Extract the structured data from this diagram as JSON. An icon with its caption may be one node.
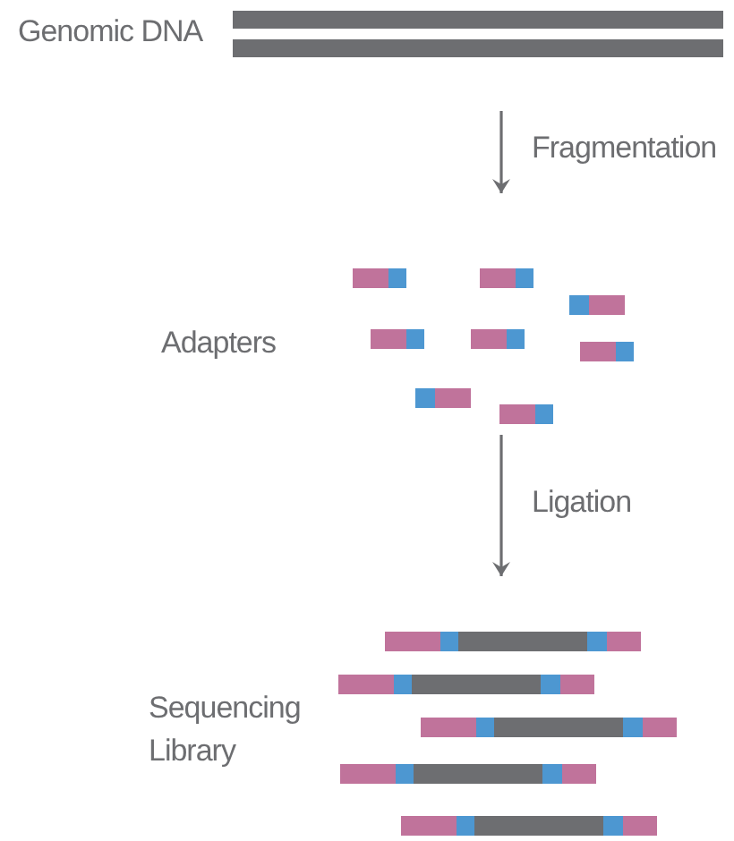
{
  "diagram": {
    "nodes": [
      {
        "text": [
          "Genomic DNA"
        ]
      },
      {
        "text": [
          "Adapters"
        ]
      },
      {
        "text": [
          "Sequencing Library"
        ]
      }
    ],
    "edges": [
      {
        "from": 0,
        "to": 1,
        "arrow": "to",
        "label": "Fragmentation"
      },
      {
        "from": 1,
        "to": 2,
        "arrow": "to",
        "label": "Ligation"
      }
    ]
  }
}
